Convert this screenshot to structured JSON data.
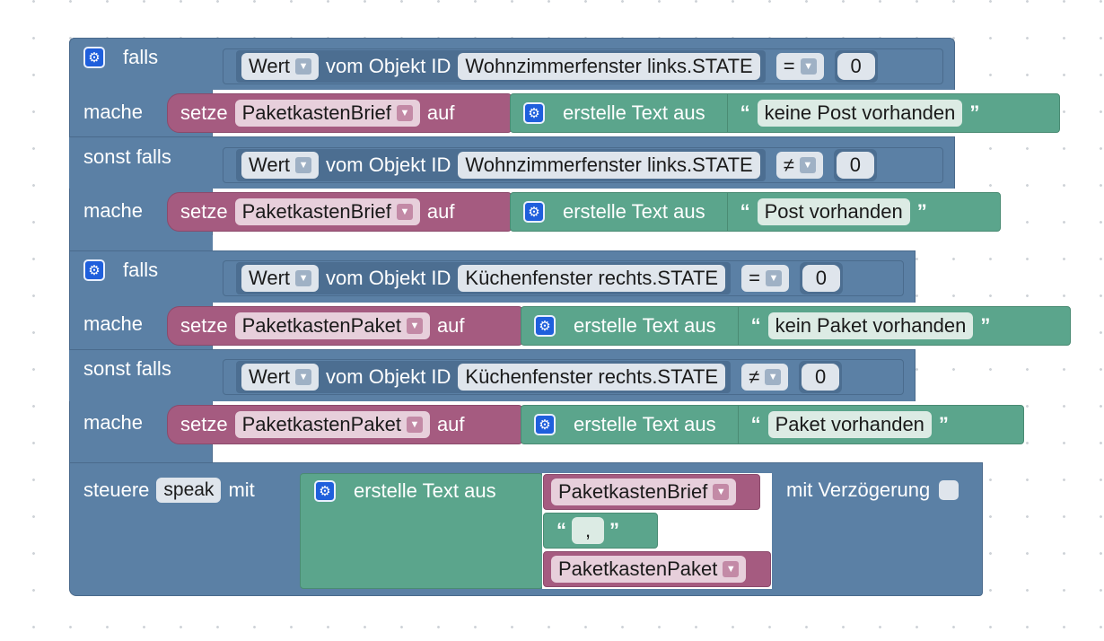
{
  "labels": {
    "falls": "falls",
    "mache": "mache",
    "sonst_falls": "sonst falls",
    "setze": "setze",
    "auf": "auf",
    "erstelle_text_aus": "erstelle Text aus",
    "wert": "Wert",
    "vom_objekt_id": "vom Objekt ID",
    "steuere": "steuere",
    "mit": "mit",
    "mit_verzoegerung": "mit Verzögerung",
    "open_quote": "“",
    "close_quote": "”"
  },
  "block1": {
    "if_object": "Wohnzimmerfenster links.STATE",
    "if_op": "=",
    "if_value": "0",
    "do1_var": "PaketkastenBrief",
    "do1_text": "keine Post vorhanden",
    "elseif_object": "Wohnzimmerfenster links.STATE",
    "elseif_op": "≠",
    "elseif_value": "0",
    "do2_var": "PaketkastenBrief",
    "do2_text": "Post vorhanden"
  },
  "block2": {
    "if_object": "Küchenfenster rechts.STATE",
    "if_op": "=",
    "if_value": "0",
    "do1_var": "PaketkastenPaket",
    "do1_text": "kein Paket vorhanden",
    "elseif_object": "Küchenfenster rechts.STATE",
    "elseif_op": "≠",
    "elseif_value": "0",
    "do2_var": "PaketkastenPaket",
    "do2_text": "Paket vorhanden"
  },
  "block3": {
    "target": "speak",
    "item1_var": "PaketkastenBrief",
    "item2_text": ",",
    "item3_var": "PaketkastenPaket",
    "delay_checked": false
  },
  "colors": {
    "control": "#5b80a5",
    "variable": "#a55b80",
    "text": "#5ba58c",
    "gear": "#1f5fdc"
  },
  "icons": [
    "gear-icon",
    "dropdown-arrow-icon",
    "checkbox-icon"
  ]
}
